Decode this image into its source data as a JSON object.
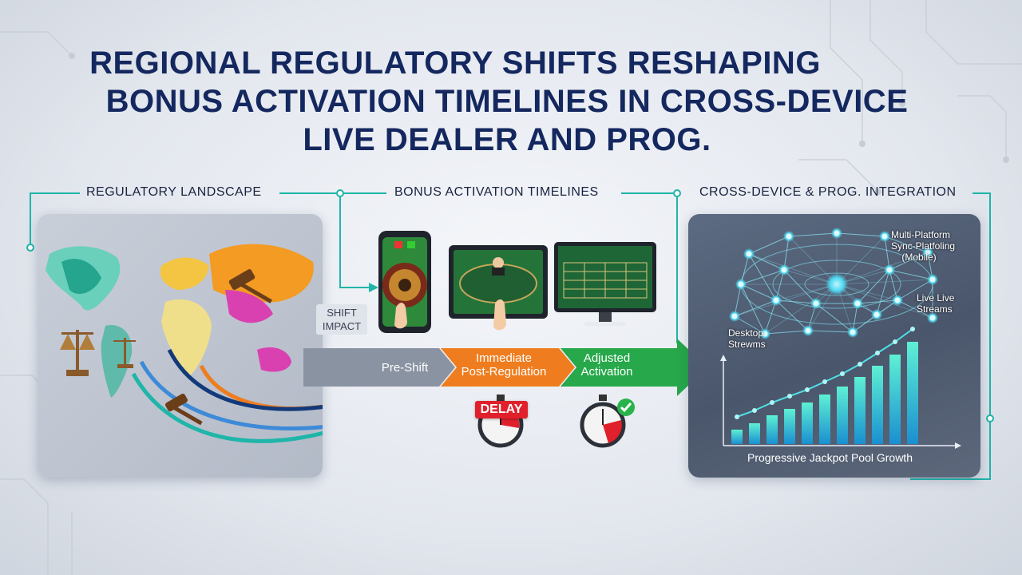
{
  "title": {
    "line1": "REGIONAL REGULATORY SHIFTS RESHAPING",
    "line2": "BONUS ACTIVATION TIMELINES IN CROSS-DEVICE",
    "line3": "LIVE DEALER AND PROG."
  },
  "sections": {
    "regulatory": "REGULATORY LANDSCAPE",
    "timelines": "BONUS ACTIVATION TIMELINES",
    "integration": "CROSS-DEVICE & PROG. INTEGRATION"
  },
  "shift_impact": "SHIFT IMPACT",
  "timeline_segments": {
    "pre": "Pre-Shift",
    "immediate_line1": "Immediate",
    "immediate_line2": "Post-Regulation",
    "adjusted_line1": "Adjusted",
    "adjusted_line2": "Activation"
  },
  "delay_badge": "DELAY",
  "network_labels": {
    "multi_line1": "Multi-Platform",
    "multi_line2": "Sync-Platfoling",
    "multi_line3": "(Mobile)",
    "live_line1": "Live Live",
    "live_line2": "Streams",
    "desktop_line1": "Desktop",
    "desktop_line2": "Strewms"
  },
  "chart_caption": "Progressive Jackpot Pool Growth",
  "colors": {
    "title": "#14285f",
    "teal": "#1fb5a8",
    "gray_segment": "#8a93a2",
    "orange_segment": "#ef7d1f",
    "green_segment": "#27a84a",
    "delay_red": "#e0202a",
    "check_green": "#28b34b"
  }
}
